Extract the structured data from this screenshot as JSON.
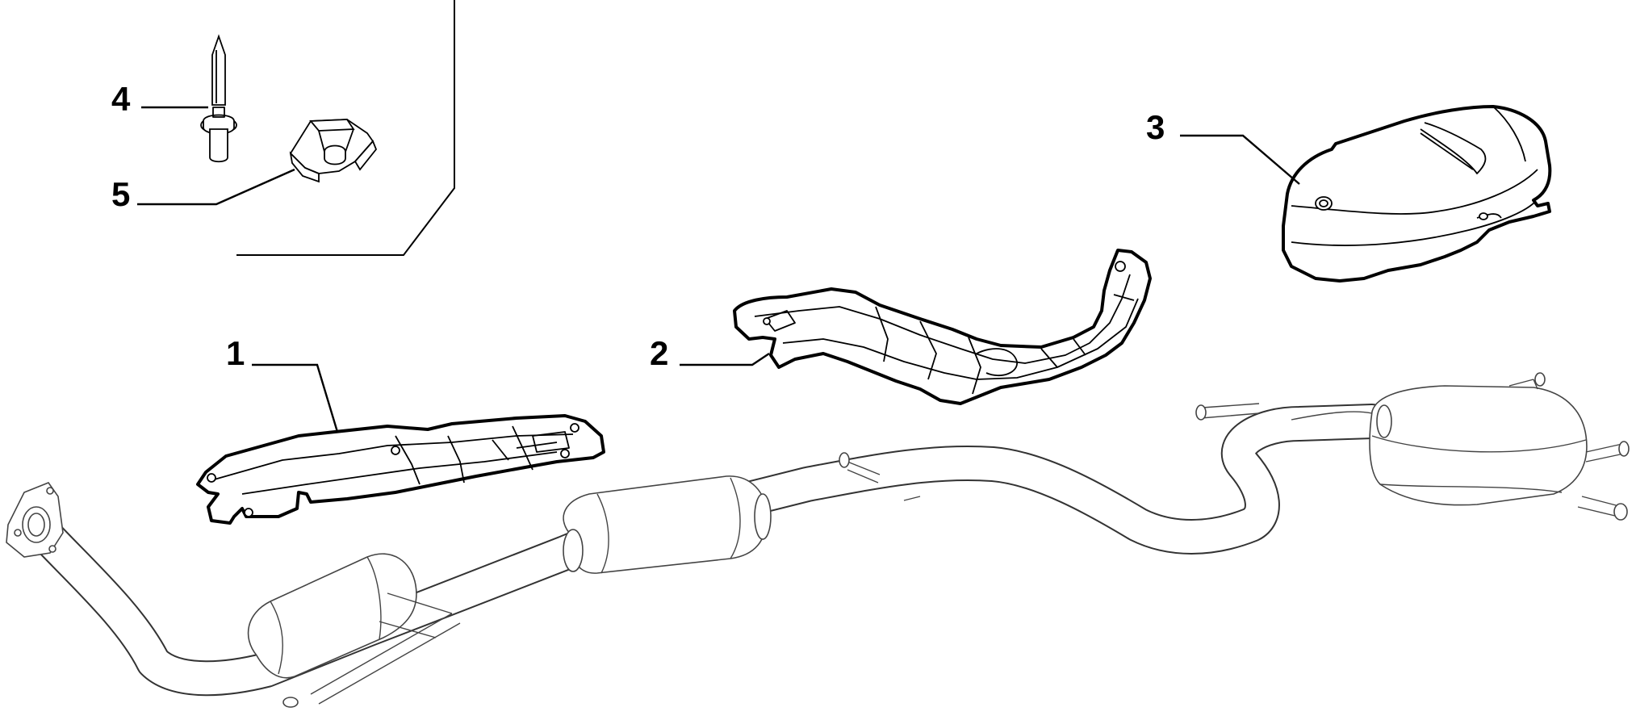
{
  "callouts": [
    {
      "id": "1",
      "label": "1"
    },
    {
      "id": "2",
      "label": "2"
    },
    {
      "id": "3",
      "label": "3"
    },
    {
      "id": "4",
      "label": "4"
    },
    {
      "id": "5",
      "label": "5"
    }
  ],
  "colors": {
    "line": "#000000",
    "exhaust_line": "#444444",
    "background": "#ffffff"
  },
  "parts": [
    {
      "callout": "1",
      "icon": "front-heat-shield-icon"
    },
    {
      "callout": "2",
      "icon": "center-heat-shield-icon"
    },
    {
      "callout": "3",
      "icon": "rear-muffler-heat-shield-icon"
    },
    {
      "callout": "4",
      "icon": "rivet-pin-icon"
    },
    {
      "callout": "5",
      "icon": "clip-nut-icon"
    }
  ]
}
